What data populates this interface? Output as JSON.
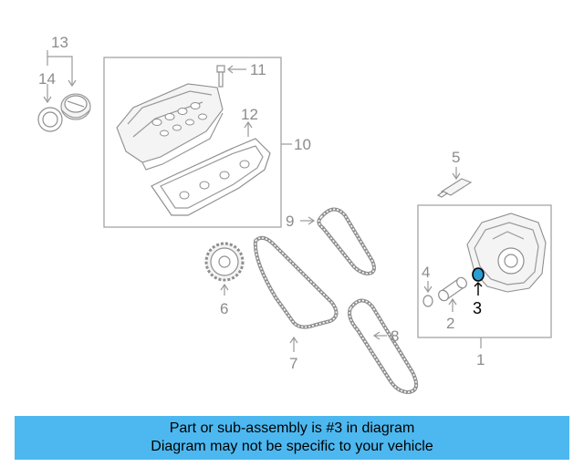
{
  "labels": {
    "l1": "1",
    "l2": "2",
    "l3": "3",
    "l4": "4",
    "l5": "5",
    "l6": "6",
    "l7": "7",
    "l8": "8",
    "l9": "9",
    "l10": "10",
    "l11": "11",
    "l12": "12",
    "l13": "13",
    "l14": "14"
  },
  "highlight_color": "#2a9fd6",
  "banner": {
    "line1": "Part or sub-assembly is #3 in diagram",
    "line2": "Diagram may not be specific to your vehicle",
    "color": "#4db8f0"
  }
}
